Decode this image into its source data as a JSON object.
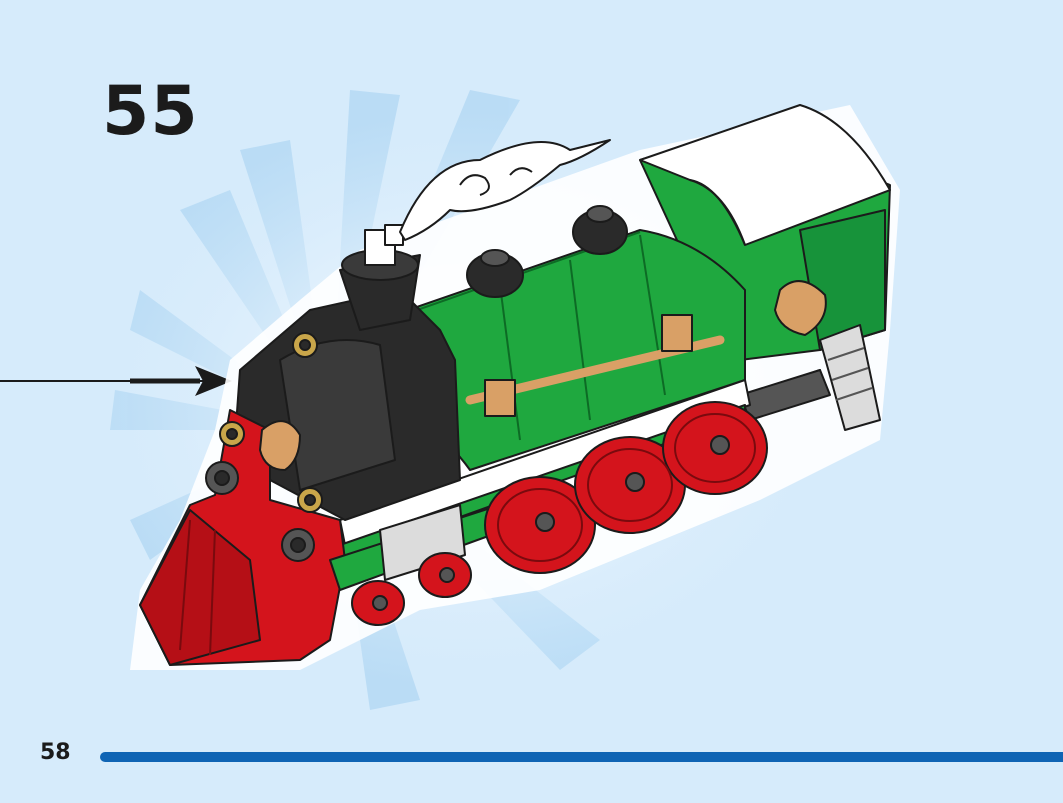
{
  "step": {
    "number": "55"
  },
  "page": {
    "number": "58"
  },
  "progress": {
    "fraction": 1.0
  },
  "colors": {
    "background": "#d6ebfb",
    "progress_bar": "#0f64b4",
    "loco_green": "#1fa83f",
    "loco_red": "#d4141c",
    "loco_black": "#2a2a2a",
    "loco_tan": "#d9a066",
    "cab_roof": "#ffffff"
  },
  "illustration": {
    "subject-icon": "steam-locomotive",
    "pointer-icon": "arrow-right"
  }
}
